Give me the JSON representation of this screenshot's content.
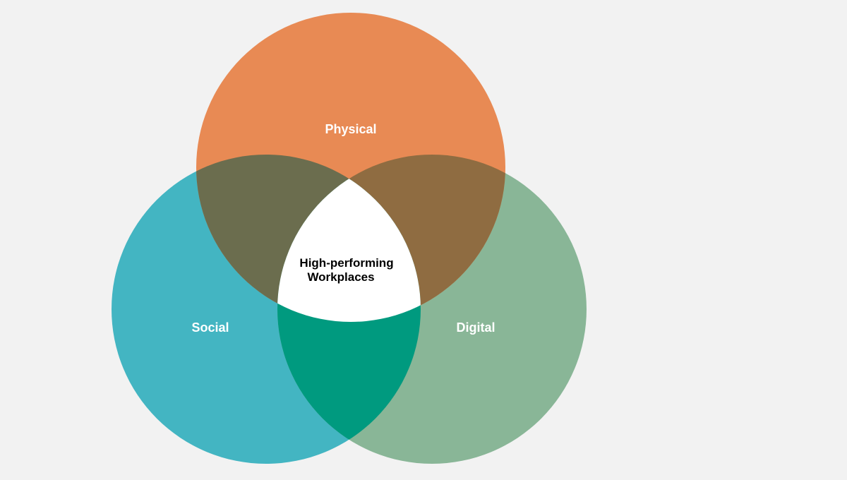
{
  "diagram": {
    "sets": [
      {
        "id": "physical",
        "label": "Physical",
        "color": "#e88a54"
      },
      {
        "id": "social",
        "label": "Social",
        "color": "#43b5c2"
      },
      {
        "id": "digital",
        "label": "Digital",
        "color": "#89b697"
      }
    ],
    "overlaps": {
      "physical_social": "#6b6d4e",
      "physical_digital": "#8f6c41",
      "social_digital": "#009a7f",
      "all_three": "#ffffff"
    },
    "center_label": {
      "line1": "High-performing",
      "line2": "Workplaces"
    },
    "background": "#f2f2f2"
  }
}
